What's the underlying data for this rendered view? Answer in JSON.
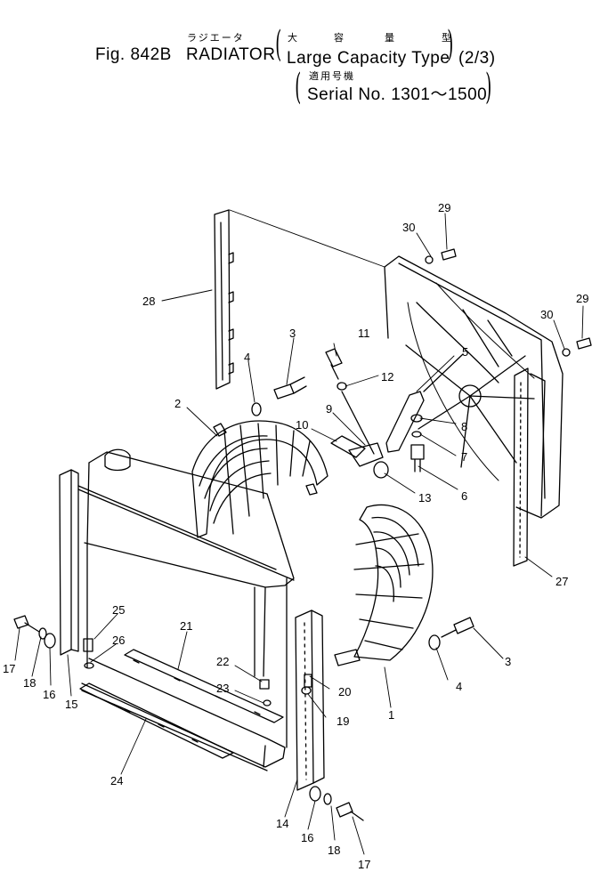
{
  "header": {
    "fig": "Fig. 842B",
    "title_jp": "ラジエータ",
    "title": "RADIATOR",
    "type_jp": [
      "大",
      "容",
      "量",
      "型"
    ],
    "type": "Large Capacity Type",
    "sheet": "(2/3)",
    "serial_jp": "適用号機",
    "serial": "Serial No. 1301～1500"
  },
  "callouts": {
    "p1": "1",
    "p2": "2",
    "p3a": "3",
    "p3b": "3",
    "p4a": "4",
    "p4b": "4",
    "p5": "5",
    "p6": "6",
    "p7": "7",
    "p8": "8",
    "p9": "9",
    "p10": "10",
    "p11": "11",
    "p12": "12",
    "p13": "13",
    "p14": "14",
    "p15": "15",
    "p16a": "16",
    "p16b": "16",
    "p17a": "17",
    "p17b": "17",
    "p18a": "18",
    "p18b": "18",
    "p19": "19",
    "p20": "20",
    "p21": "21",
    "p22": "22",
    "p23": "23",
    "p24": "24",
    "p25": "25",
    "p26": "26",
    "p27": "27",
    "p28": "28",
    "p29a": "29",
    "p29b": "29",
    "p30a": "30",
    "p30b": "30"
  }
}
